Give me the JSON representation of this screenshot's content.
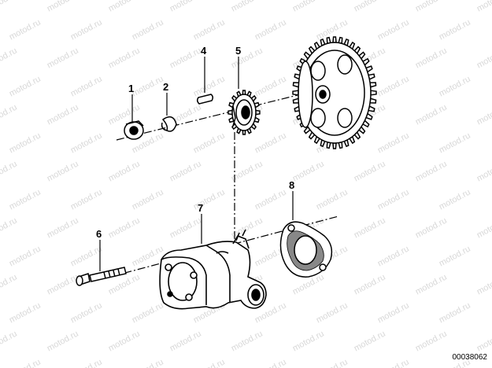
{
  "watermark": "motod.ru",
  "callouts": {
    "c1": "1",
    "c2": "2",
    "c4": "4",
    "c5": "5",
    "c6": "6",
    "c7": "7",
    "c8": "8"
  },
  "reference_code": "00038062"
}
